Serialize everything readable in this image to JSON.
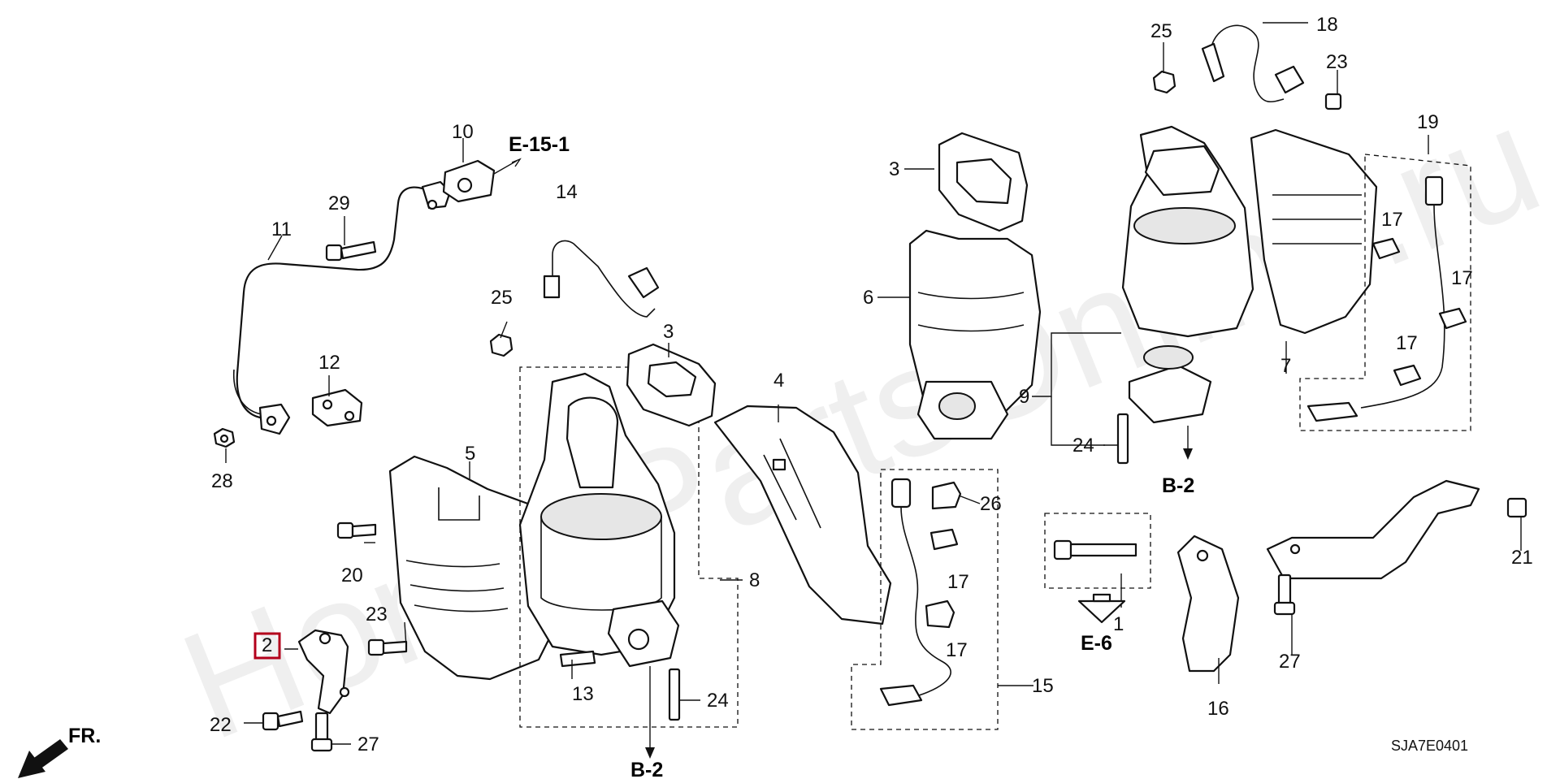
{
  "diagram": {
    "watermark": "HondaPartsOnline.ru",
    "code": "SJA7E0401",
    "front_label": "FR.",
    "highlighted_part": "2",
    "callouts": {
      "c1": "1",
      "c2": "2",
      "c3a": "3",
      "c3b": "3",
      "c4": "4",
      "c5": "5",
      "c6": "6",
      "c7": "7",
      "c8": "8",
      "c9": "9",
      "c10": "10",
      "c11": "11",
      "c12": "12",
      "c13": "13",
      "c14": "14",
      "c15": "15",
      "c16": "16",
      "c17a": "17",
      "c17b": "17",
      "c17c": "17",
      "c17d": "17",
      "c17e": "17",
      "c18": "18",
      "c19": "19",
      "c20": "20",
      "c21": "21",
      "c22": "22",
      "c23a": "23",
      "c23b": "23",
      "c24a": "24",
      "c24b": "24",
      "c25a": "25",
      "c25b": "25",
      "c26": "26",
      "c27a": "27",
      "c27b": "27",
      "c28": "28",
      "c29": "29"
    },
    "refs": {
      "e151": "E-15-1",
      "b2a": "B-2",
      "b2b": "B-2",
      "e6": "E-6"
    }
  }
}
